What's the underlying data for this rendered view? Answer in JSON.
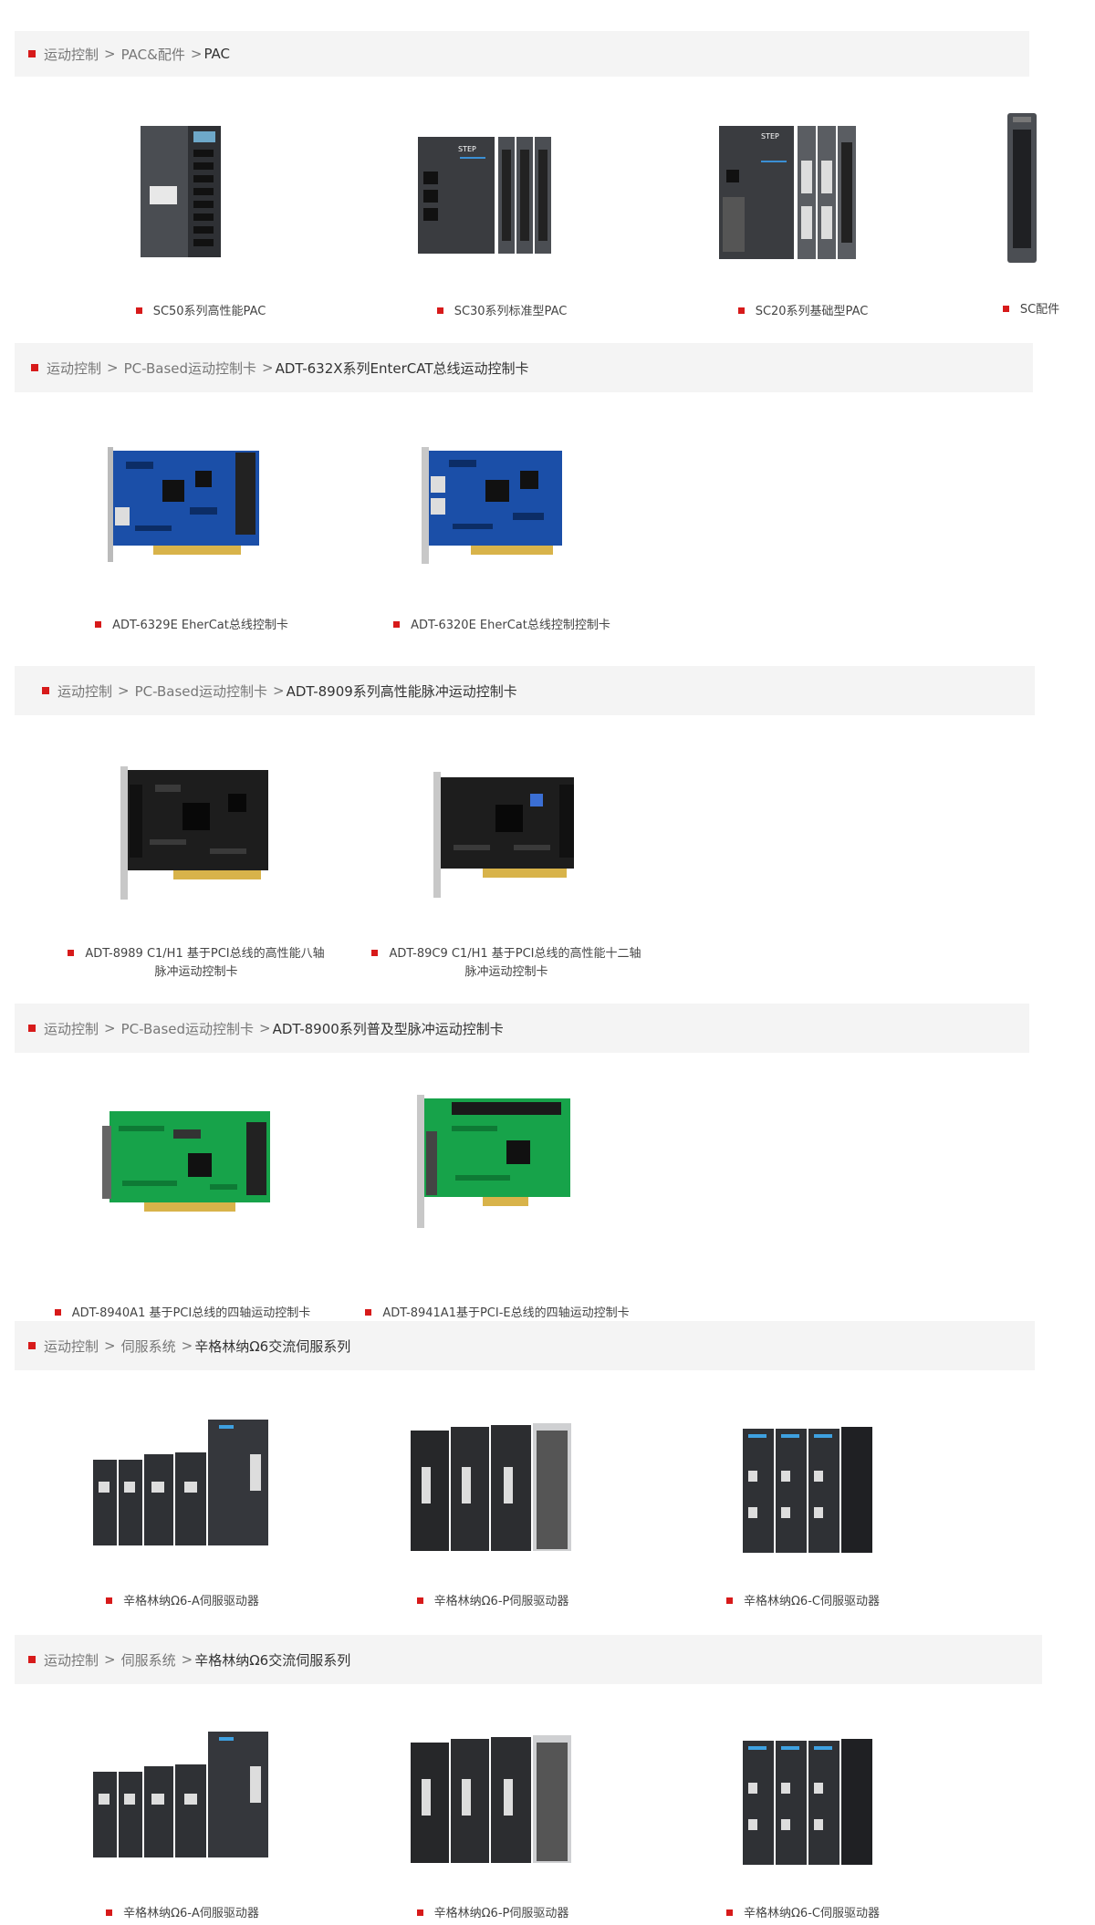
{
  "sections": [
    {
      "crumbs": [
        "运动控制",
        "PAC&配件"
      ],
      "current": "PAC",
      "items": [
        {
          "label": "SC50系列高性能PAC"
        },
        {
          "label": "SC30系列标准型PAC"
        },
        {
          "label": "SC20系列基础型PAC"
        },
        {
          "label": "SC配件"
        }
      ]
    },
    {
      "crumbs": [
        "运动控制",
        "PC-Based运动控制卡"
      ],
      "current": "ADT-632X系列EnterCAT总线运动控制卡",
      "items": [
        {
          "label": "ADT-6329E EherCat总线控制卡"
        },
        {
          "label": "ADT-6320E EherCat总线控制控制卡"
        }
      ]
    },
    {
      "crumbs": [
        "运动控制",
        "PC-Based运动控制卡"
      ],
      "current": "ADT-8909系列高性能脉冲运动控制卡",
      "items": [
        {
          "label": "ADT-8989 C1/H1 基于PCI总线的高性能八轴脉冲运动控制卡"
        },
        {
          "label": "ADT-89C9 C1/H1 基于PCI总线的高性能十二轴脉冲运动控制卡"
        }
      ]
    },
    {
      "crumbs": [
        "运动控制",
        "PC-Based运动控制卡"
      ],
      "current": "ADT-8900系列普及型脉冲运动控制卡",
      "items": [
        {
          "label": "ADT-8940A1 基于PCI总线的四轴运动控制卡"
        },
        {
          "label": "ADT-8941A1基于PCI-E总线的四轴运动控制卡"
        }
      ]
    },
    {
      "crumbs": [
        "运动控制",
        "伺服系统"
      ],
      "current": "辛格林纳Ω6交流伺服系列",
      "items": [
        {
          "label": "辛格林纳Ω6-A伺服驱动器"
        },
        {
          "label": "辛格林纳Ω6-P伺服驱动器"
        },
        {
          "label": "辛格林纳Ω6-C伺服驱动器"
        }
      ]
    },
    {
      "crumbs": [
        "运动控制",
        "伺服系统"
      ],
      "current": "辛格林纳Ω6交流伺服系列",
      "items": [
        {
          "label": "辛格林纳Ω6-A伺服驱动器"
        },
        {
          "label": "辛格林纳Ω6-P伺服驱动器"
        },
        {
          "label": "辛格林纳Ω6-C伺服驱动器"
        }
      ]
    }
  ],
  "ui": {
    "crumb_separator": ">",
    "device_text": "STEP"
  },
  "colors": {
    "accent": "#d71a1a",
    "bar_bg": "#f4f4f4",
    "pcb_blue": "#1b4fa8",
    "pcb_black": "#1d1d1d",
    "pcb_green": "#17a34a",
    "device_dark": "#3a3c40"
  }
}
